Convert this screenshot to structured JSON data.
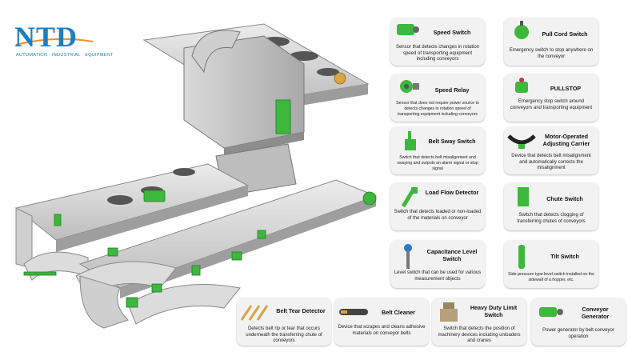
{
  "logo": {
    "mark": "NTD",
    "tagline": "AUTOMATION · INDUSTRIAL · EQUIPMENT"
  },
  "colors": {
    "accent_green": "#3db83d",
    "logo_blue": "#1b7fc4",
    "card_bg": "#f2f2f2",
    "conveyor_grey": "#d0d0d0"
  },
  "cards": [
    {
      "id": "speed-switch",
      "title": "Speed Switch",
      "desc": "Sensor that detects changes in rotation speed of transporting equipment including conveyors",
      "icon": "speed-switch-icon"
    },
    {
      "id": "pull-cord-switch",
      "title": "Pull Cord Switch",
      "desc": "Emergency switch to stop anywhere on the conveyor",
      "icon": "pull-cord-switch-icon"
    },
    {
      "id": "speed-relay",
      "title": "Speed Relay",
      "desc": "Sensor that does not require power source to detects changes in rotation speed of transporting equipment including conveyors",
      "icon": "speed-relay-icon"
    },
    {
      "id": "pullstop",
      "title": "PULLSTOP",
      "desc": "Emergency stop switch around conveyors and transporting equipment",
      "icon": "pullstop-icon"
    },
    {
      "id": "belt-sway-switch",
      "title": "Belt Sway Switch",
      "desc": "Switch that detects belt misalignment and swaying and outputs an alarm signal or stop signal",
      "icon": "belt-sway-switch-icon"
    },
    {
      "id": "motor-operated-adjusting-carrier",
      "title": "Motor-Operated Adjusting Carrier",
      "desc": "Device that detects belt misalignment and automatically corrects the misalignment",
      "icon": "adjusting-carrier-icon"
    },
    {
      "id": "load-flow-detector",
      "title": "Load Flow Detector",
      "desc": "Switch that detects loaded or non-loaded of the materials on conveyor",
      "icon": "load-flow-detector-icon"
    },
    {
      "id": "chute-switch",
      "title": "Chute Switch",
      "desc": "Switch that detects clogging of transferring  chutes of conveyors",
      "icon": "chute-switch-icon"
    },
    {
      "id": "capacitance-level-switch",
      "title": "Capacitance Level Switch",
      "desc": "Level switch that can be used for various measurement objects",
      "icon": "capacitance-level-switch-icon"
    },
    {
      "id": "tilt-switch",
      "title": "Tilt Switch",
      "desc": "Side-pressure type level switch installed on the sidewall of a hopper, etc.",
      "icon": "tilt-switch-icon"
    },
    {
      "id": "belt-tear-detector",
      "title": "Belt Tear Detector",
      "desc": "Detects belt rip or tear that occurs underneath the transferring chute of conveyors",
      "icon": "belt-tear-detector-icon"
    },
    {
      "id": "belt-cleaner",
      "title": "Belt Cleaner",
      "desc": "Device that scrapes and cleans adhesive materials on conveyor belts",
      "icon": "belt-cleaner-icon"
    },
    {
      "id": "heavy-duty-limit-switch",
      "title": "Heavy Duty Limit Switch",
      "desc": "Switch that detects the position of machinery devices including unloaders and cranes",
      "icon": "heavy-duty-limit-switch-icon"
    },
    {
      "id": "conveyor-generator",
      "title": "Conveyor Generator",
      "desc": "Power generator by belt conveyor operation",
      "icon": "conveyor-generator-icon"
    }
  ]
}
